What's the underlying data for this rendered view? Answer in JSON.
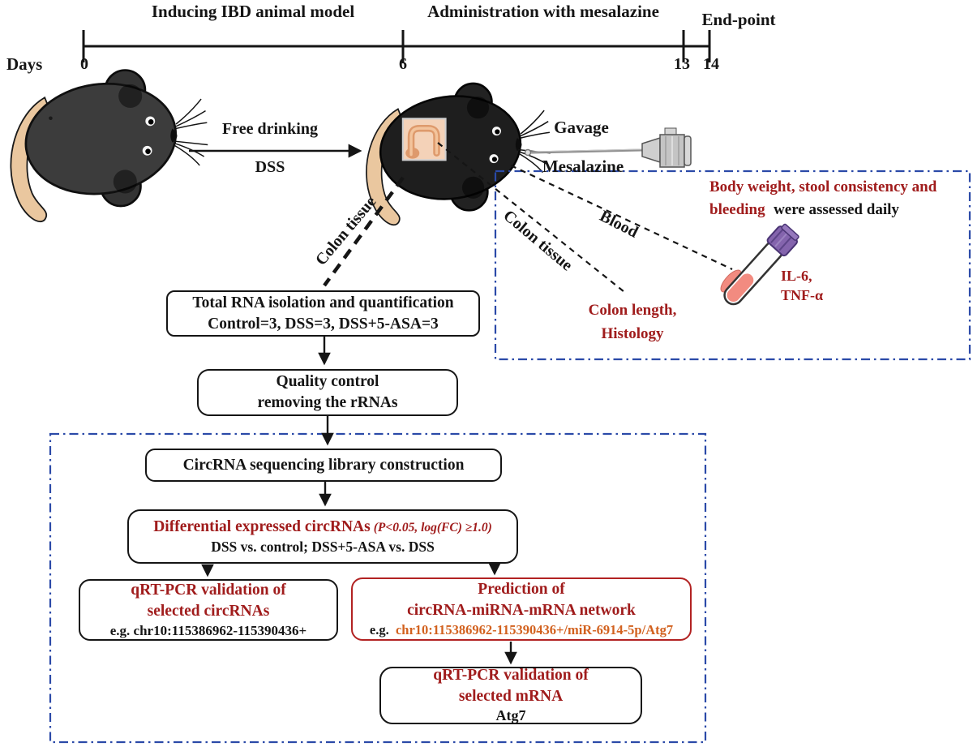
{
  "colors": {
    "dark_red": "#A01C1C",
    "orange": "#D2611E",
    "dashed_box_blue": "#2B4AA8",
    "network_box_border_red": "#B22222",
    "ink_black": "#151515",
    "mouse_body_dark": "#1E1E1E",
    "mouse_body_gray": "#3C3C3C",
    "tail_tan": "#EAC79F",
    "blood_pink": "#F28B80",
    "tube_cap_purple": "#8464AD"
  },
  "timeline": {
    "days_label": "Days",
    "phase_induction": "Inducing IBD animal model",
    "phase_treatment": "Administration with mesalazine",
    "phase_endpoint": "End-point",
    "ticks": [
      "0",
      "6",
      "13",
      "14"
    ]
  },
  "induction": {
    "line1": "Free drinking",
    "line2": "DSS"
  },
  "gavage": {
    "title": "Gavage",
    "drug": "Mesalazine"
  },
  "sampling": {
    "colon_tissue_left": "Colon tissue",
    "colon_tissue_right": "Colon tissue",
    "blood": "Blood"
  },
  "monitoring": {
    "line1_red": "Body weight, stool consistency and",
    "line2_red": "bleeding",
    "line2_black": "were assessed daily",
    "cytokine_line1": "IL-6,",
    "cytokine_line2": "TNF-α",
    "colon_line1": "Colon length,",
    "colon_line2": "Histology"
  },
  "flowchart": {
    "rna_isolation": {
      "line1": "Total RNA isolation and quantification",
      "line2": "Control=3, DSS=3, DSS+5-ASA=3"
    },
    "quality_control": {
      "line1": "Quality control",
      "line2": "removing the rRNAs"
    },
    "library": {
      "line1": "CircRNA sequencing library construction"
    },
    "differential": {
      "title": "Differential expressed circRNAs",
      "criteria": "(P<0.05, log(FC) ≥1.0)",
      "comparisons": "DSS vs. control; DSS+5-ASA vs. DSS"
    },
    "qpcr_circ": {
      "line1": "qRT-PCR validation of",
      "line2": "selected circRNAs",
      "example": "e.g. chr10:115386962-115390436+"
    },
    "network": {
      "line1": "Prediction of",
      "line2": "circRNA-miRNA-mRNA network",
      "example_prefix": "e.g.",
      "example_id": "chr10:115386962-115390436+/miR-6914-5p/Atg7"
    },
    "qpcr_mrna": {
      "line1": "qRT-PCR validation of",
      "line2": "selected mRNA",
      "gene": "Atg7"
    }
  }
}
